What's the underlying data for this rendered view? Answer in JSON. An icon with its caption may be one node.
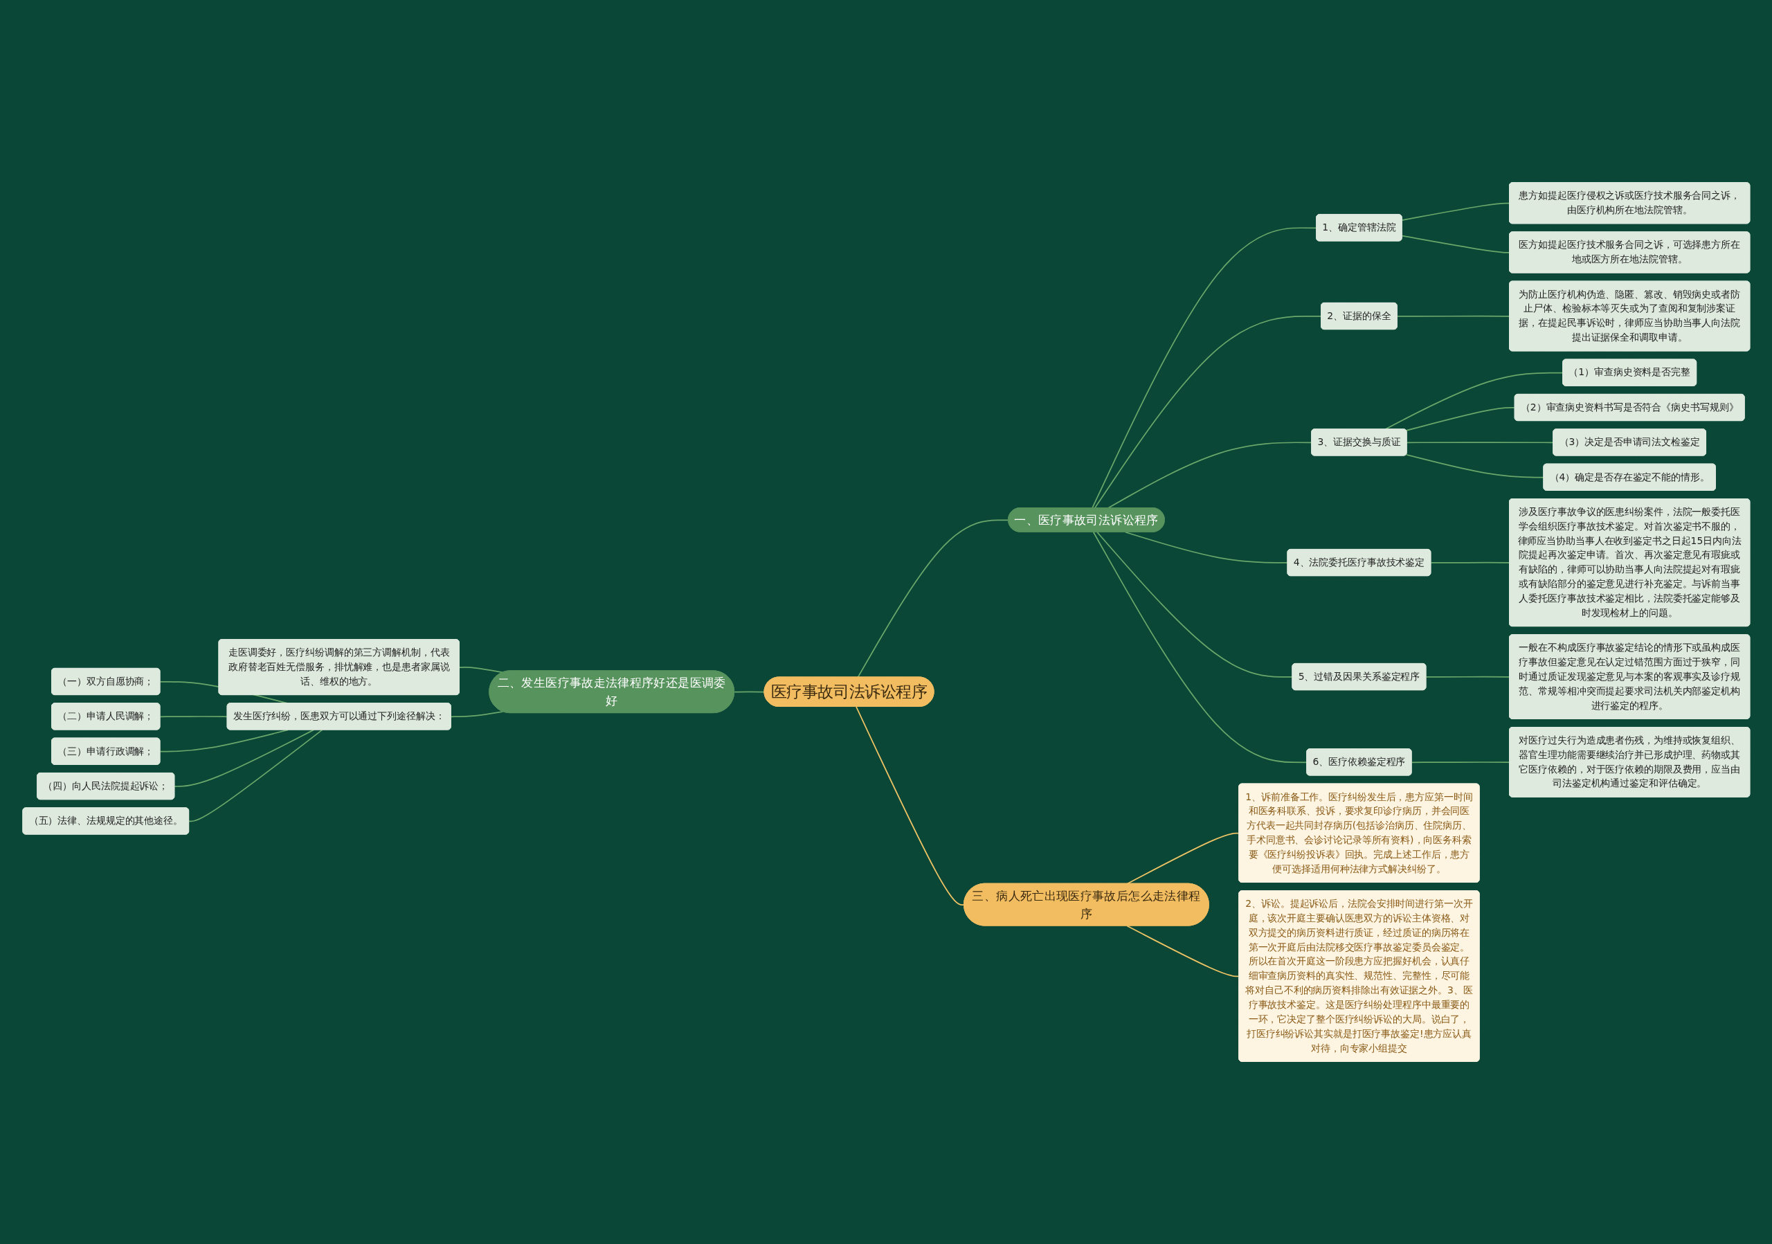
{
  "diagram": {
    "nodes": [
      {
        "text": [
          "医疗事故司法诉讼程序"
        ]
      },
      {
        "text": [
          "一、医疗事故司法诉讼程序"
        ]
      },
      {
        "text": [
          "1、确定管辖法院"
        ]
      },
      {
        "text": [
          "患方如提起医疗侵权之诉或医疗技术服务合同之诉，由医疗机构所在地法院管辖。"
        ]
      },
      {
        "text": [
          "医方如提起医疗技术服务合同之诉，可选择患方所在地或医方所在地法院管辖。"
        ]
      },
      {
        "text": [
          "2、证据的保全"
        ]
      },
      {
        "text": [
          "为防止医疗机构伪造、隐匿、篡改、销毁病史或者防止尸体、检验标本等灭失或为了查阅和复制涉案证据，在提起民事诉讼时，律师应当协助当事人向法院提出证据保全和调取申请。"
        ]
      },
      {
        "text": [
          "3、证据交换与质证"
        ]
      },
      {
        "text": [
          "（1）审查病史资料是否完整"
        ]
      },
      {
        "text": [
          "（2）审查病史资料书写是否符合《病史书写规则》"
        ]
      },
      {
        "text": [
          "（3）决定是否申请司法文检鉴定"
        ]
      },
      {
        "text": [
          "（4）确定是否存在鉴定不能的情形。"
        ]
      },
      {
        "text": [
          "4、法院委托医疗事故技术鉴定"
        ]
      },
      {
        "text": [
          "涉及医疗事故争议的医患纠纷案件，法院一般委托医学会组织医疗事故技术鉴定。对首次鉴定书不服的，律师应当协助当事人在收到鉴定书之日起15日内向法院提起再次鉴定申请。首次、再次鉴定意见有瑕疵或有缺陷的，律师可以协助当事人向法院提起对有瑕疵或有缺陷部分的鉴定意见进行补充鉴定。与诉前当事人委托医疗事故技术鉴定相比，法院委托鉴定能够及时发现检材上的问题。"
        ]
      },
      {
        "text": [
          "5、过错及因果关系鉴定程序"
        ]
      },
      {
        "text": [
          "一般在不构成医疗事故鉴定结论的情形下或虽构成医疗事故但鉴定意见在认定过错范围方面过于狭窄，同时通过质证发现鉴定意见与本案的客观事实及诊疗规范、常规等相冲突而提起要求司法机关内部鉴定机构进行鉴定的程序。"
        ]
      },
      {
        "text": [
          "6、医疗依赖鉴定程序"
        ]
      },
      {
        "text": [
          "对医疗过失行为造成患者伤残，为维持或恢复组织、器官生理功能需要继续治疗并已形成护理、药物或其它医疗依赖的，对于医疗依赖的期限及费用，应当由司法鉴定机构通过鉴定和评估确定。"
        ]
      },
      {
        "text": [
          "二、发生医疗事故走法律程序好还是医调委好"
        ]
      },
      {
        "text": [
          "走医调委好，医疗纠纷调解的第三方调解机制，代表政府替老百姓无偿服务，排忧解难，也是患者家属说话、维权的地方。"
        ]
      },
      {
        "text": [
          "发生医疗纠纷，医患双方可以通过下列途径解决："
        ]
      },
      {
        "text": [
          "（一）双方自愿协商；"
        ]
      },
      {
        "text": [
          "（二）申请人民调解；"
        ]
      },
      {
        "text": [
          "（三）申请行政调解；"
        ]
      },
      {
        "text": [
          "（四）向人民法院提起诉讼；"
        ]
      },
      {
        "text": [
          "（五）法律、法规规定的其他途径。"
        ]
      },
      {
        "text": [
          "三、病人死亡出现医疗事故后怎么走法律程序"
        ]
      },
      {
        "text": [
          "1、诉前准备工作。医疗纠纷发生后，患方应第一时间和医务科联系、投诉，要求复印诊疗病历，并会同医方代表一起共同封存病历(包括诊治病历、住院病历、手术同意书、会诊讨论记录等所有资料)，向医务科索要《医疗纠纷投诉表》回执。完成上述工作后，患方便可选择适用何种法律方式解决纠纷了。"
        ]
      },
      {
        "text": [
          "2、诉讼。提起诉讼后，法院会安排时间进行第一次开庭，该次开庭主要确认医患双方的诉讼主体资格、对双方提交的病历资料进行质证，经过质证的病历将在第一次开庭后由法院移交医疗事故鉴定委员会鉴定。所以在首次开庭这一阶段患方应把握好机会，认真仔细审查病历资料的真实性、规范性、完整性，尽可能将对自己不利的病历资料排除出有效证据之外。3、医疗事故技术鉴定。这是医疗纠纷处理程序中最重要的一环，它决定了整个医疗纠纷诉讼的大局。说白了，打医疗纠纷诉讼其实就是打医疗事故鉴定!患方应认真对待，向专家小组提交"
        ]
      }
    ],
    "edges": [
      {
        "from": 0,
        "to": 1,
        "arrow": "none"
      },
      {
        "from": 1,
        "to": 2,
        "arrow": "none"
      },
      {
        "from": 2,
        "to": 3,
        "arrow": "none"
      },
      {
        "from": 2,
        "to": 4,
        "arrow": "none"
      },
      {
        "from": 1,
        "to": 5,
        "arrow": "none"
      },
      {
        "from": 5,
        "to": 6,
        "arrow": "none"
      },
      {
        "from": 1,
        "to": 7,
        "arrow": "none"
      },
      {
        "from": 7,
        "to": 8,
        "arrow": "none"
      },
      {
        "from": 7,
        "to": 9,
        "arrow": "none"
      },
      {
        "from": 7,
        "to": 10,
        "arrow": "none"
      },
      {
        "from": 7,
        "to": 11,
        "arrow": "none"
      },
      {
        "from": 1,
        "to": 12,
        "arrow": "none"
      },
      {
        "from": 12,
        "to": 13,
        "arrow": "none"
      },
      {
        "from": 1,
        "to": 14,
        "arrow": "none"
      },
      {
        "from": 14,
        "to": 15,
        "arrow": "none"
      },
      {
        "from": 1,
        "to": 16,
        "arrow": "none"
      },
      {
        "from": 16,
        "to": 17,
        "arrow": "none"
      },
      {
        "from": 18,
        "to": 0,
        "arrow": "none"
      },
      {
        "from": 19,
        "to": 18,
        "arrow": "none"
      },
      {
        "from": 20,
        "to": 18,
        "arrow": "none"
      },
      {
        "from": 21,
        "to": 20,
        "arrow": "none"
      },
      {
        "from": 22,
        "to": 20,
        "arrow": "none"
      },
      {
        "from": 23,
        "to": 20,
        "arrow": "none"
      },
      {
        "from": 24,
        "to": 20,
        "arrow": "none"
      },
      {
        "from": 25,
        "to": 20,
        "arrow": "none"
      },
      {
        "from": 0,
        "to": 26,
        "arrow": "none",
        "color": "#f0c465"
      },
      {
        "from": 26,
        "to": 27,
        "arrow": "none",
        "color": "#f0c465"
      },
      {
        "from": 26,
        "to": 28,
        "arrow": "none",
        "color": "#f0c465"
      }
    ]
  }
}
